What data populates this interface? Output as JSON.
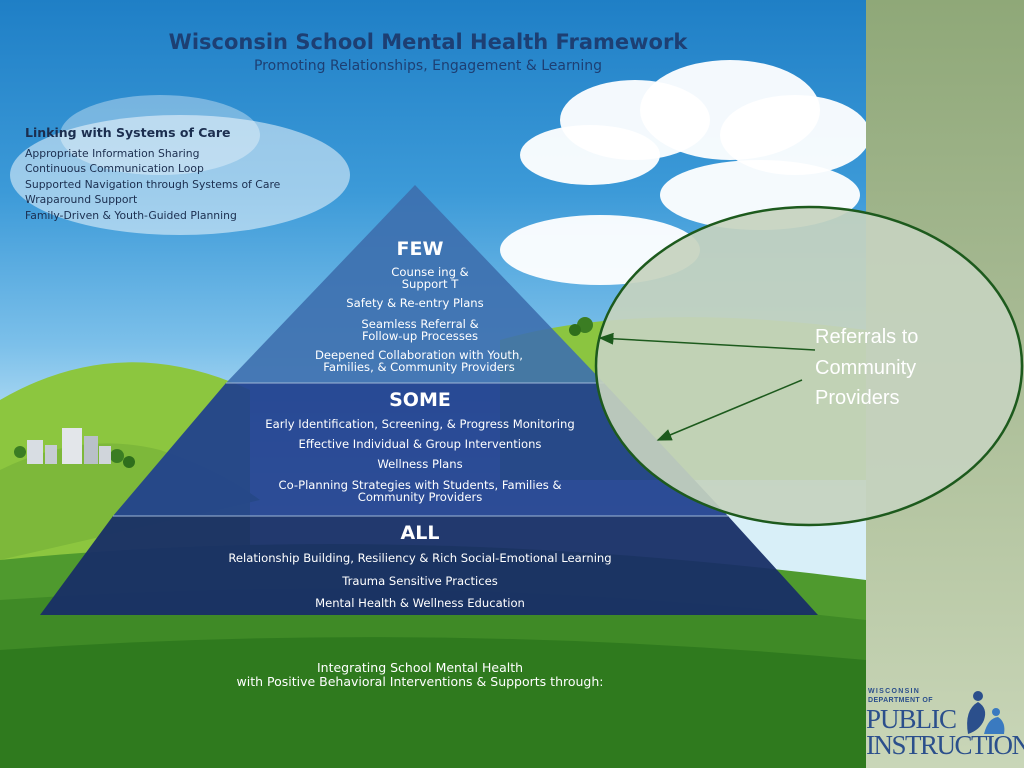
{
  "poster": {
    "title": "Wisconsin School Mental Health Framework",
    "subtitle": "Promoting Relationships, Engagement & Learning"
  },
  "linking": {
    "heading": "Linking with Systems of Care",
    "items": [
      "Appropriate Information Sharing",
      "Continuous Communication Loop",
      "Supported Navigation through Systems of Care",
      "Wraparound Support",
      "Family-Driven & Youth-Guided Planning"
    ]
  },
  "pyramid": {
    "few": {
      "heading": "FEW",
      "items": [
        "Counse ing &\nSupport T",
        "Safety & Re-entry Plans",
        "Seamless Referral &\nFollow-up Processes",
        "Deepened Collaboration with Youth,\nFamilies, & Community Providers"
      ]
    },
    "some": {
      "heading": "SOME",
      "items": [
        "Early Identification, Screening, & Progress Monitoring",
        "Effective Individual & Group Interventions",
        "Wellness Plans",
        "Co-Planning Strategies with Students, Families &\nCommunity Providers"
      ]
    },
    "all": {
      "heading": "ALL",
      "items": [
        "Relationship Building, Resiliency & Rich Social-Emotional Learning",
        "Trauma Sensitive Practices",
        "Mental Health & Wellness Education"
      ]
    }
  },
  "bottom_text": "Integrating School Mental Health\nwith Positive Behavioral Interventions & Supports through:",
  "callout": {
    "text": "Referrals to\nCommunity\nProviders"
  },
  "logo": {
    "line1": "WISCONSIN",
    "line2": "DEPARTMENT OF",
    "line3": "PUBLIC",
    "line4": "INSTRUCTION"
  },
  "colors": {
    "few": "#3d6fae",
    "some": "#1f3f8e",
    "all": "#182e66",
    "callout_fill": "#c9d6c2",
    "callout_border": "#1d5a1d",
    "arrow": "#1d5a1d"
  }
}
